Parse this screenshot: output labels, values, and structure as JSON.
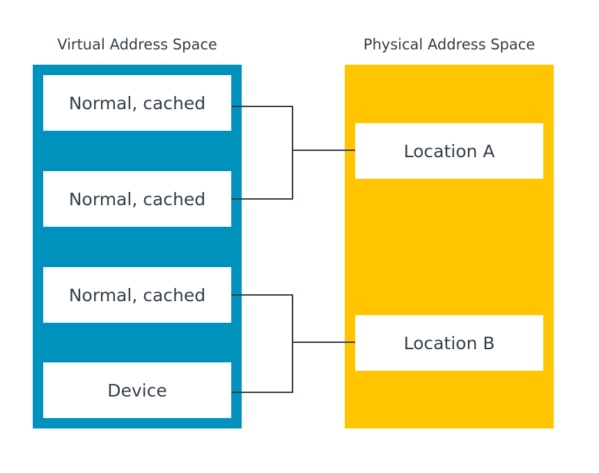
{
  "colors": {
    "virtual_space": "#0091bd",
    "physical_space": "#ffc600",
    "connector": "#2f3b45",
    "text": "#333e48"
  },
  "virtual_space": {
    "title": "Virtual Address Space",
    "regions": [
      {
        "label": "Normal, cached"
      },
      {
        "label": "Normal, cached"
      },
      {
        "label": "Normal, cached"
      },
      {
        "label": "Device"
      }
    ]
  },
  "physical_space": {
    "title": "Physical Address Space",
    "locations": [
      {
        "label": "Location A"
      },
      {
        "label": "Location B"
      }
    ]
  },
  "mappings": [
    {
      "from": 0,
      "to": 0
    },
    {
      "from": 1,
      "to": 0
    },
    {
      "from": 2,
      "to": 1
    },
    {
      "from": 3,
      "to": 1
    }
  ]
}
